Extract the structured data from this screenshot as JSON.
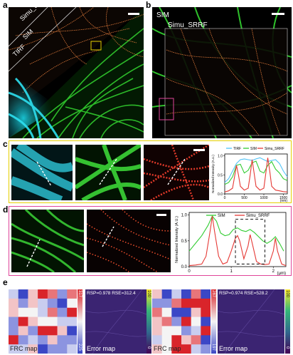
{
  "panels": {
    "a": {
      "label": "a",
      "regions": [
        "Simu_SRRF",
        "SIM",
        "TIRF"
      ]
    },
    "b": {
      "label": "b",
      "regions": [
        "SIM",
        "Simu_SRRF"
      ]
    },
    "c": {
      "label": "c"
    },
    "d": {
      "label": "d"
    },
    "e": {
      "label": "e",
      "blocks": [
        {
          "frc_label": "FRC map",
          "error_label": "Error map",
          "metrics": "RSP=0.978 RSE=312.4",
          "frc_max": "317",
          "frc_min": "225",
          "err_max": "100",
          "err_min": "0"
        },
        {
          "frc_label": "FRC map",
          "error_label": "Error map",
          "metrics": "RSP=0.974 RSE=528.2",
          "frc_max": "287",
          "frc_min": "197",
          "err_max": "100",
          "err_min": "0"
        }
      ]
    }
  },
  "chart_data": [
    {
      "type": "line",
      "panel": "c",
      "ylabel": "Normalized Intensity (A.U.)",
      "xlabel": "(nm)",
      "xlim": [
        0,
        1600
      ],
      "ylim": [
        0,
        1.05
      ],
      "xticks": [
        "0",
        "500",
        "1000",
        "1500"
      ],
      "yticks": [
        "0.0",
        "0.5",
        "1.0"
      ],
      "legend": [
        "TIRF",
        "SIM",
        "Simu_SRRF"
      ],
      "series": [
        {
          "name": "TIRF",
          "color": "#4fc3f7",
          "x": [
            0,
            100,
            200,
            300,
            400,
            500,
            600,
            700,
            800,
            900,
            1000,
            1100,
            1200,
            1300,
            1400,
            1500,
            1600
          ],
          "y": [
            0.3,
            0.4,
            0.6,
            0.8,
            0.9,
            0.92,
            0.9,
            0.88,
            0.92,
            0.95,
            0.9,
            0.85,
            0.88,
            0.9,
            0.8,
            0.6,
            0.45
          ]
        },
        {
          "name": "SIM",
          "color": "#33cc33",
          "x": [
            0,
            100,
            200,
            300,
            400,
            500,
            600,
            700,
            800,
            900,
            1000,
            1100,
            1200,
            1300,
            1400,
            1500,
            1600
          ],
          "y": [
            0.25,
            0.3,
            0.45,
            0.75,
            0.78,
            0.55,
            0.62,
            0.82,
            0.86,
            0.6,
            0.55,
            0.75,
            0.85,
            0.65,
            0.55,
            0.4,
            0.35
          ]
        },
        {
          "name": "Simu_SRRF",
          "color": "#e53935",
          "x": [
            0,
            100,
            200,
            250,
            300,
            350,
            400,
            500,
            600,
            650,
            700,
            750,
            800,
            900,
            1000,
            1050,
            1100,
            1150,
            1200,
            1300,
            1400,
            1500,
            1600
          ],
          "y": [
            0.05,
            0.08,
            0.15,
            0.45,
            0.75,
            0.5,
            0.2,
            0.1,
            0.15,
            0.5,
            0.9,
            0.55,
            0.2,
            0.1,
            0.15,
            0.55,
            0.95,
            0.6,
            0.2,
            0.1,
            0.08,
            0.06,
            0.05
          ]
        }
      ]
    },
    {
      "type": "line",
      "panel": "d",
      "ylabel": "Normalized Intensity (A.U.)",
      "xlabel": "(μm)",
      "xlim": [
        0,
        2.3
      ],
      "ylim": [
        0,
        1.05
      ],
      "xticks": [
        "0",
        "1",
        "2"
      ],
      "yticks": [
        "0.0",
        "0.5",
        "1.0"
      ],
      "legend": [
        "SIM",
        "Simu_SRRF"
      ],
      "series": [
        {
          "name": "SIM",
          "color": "#33cc33",
          "x": [
            0,
            0.15,
            0.3,
            0.45,
            0.55,
            0.65,
            0.75,
            0.85,
            0.95,
            1.05,
            1.15,
            1.25,
            1.35,
            1.45,
            1.55,
            1.65,
            1.75,
            1.85,
            1.95,
            2.05,
            2.15,
            2.25
          ],
          "y": [
            0.3,
            0.45,
            0.6,
            0.8,
            0.98,
            0.88,
            0.65,
            0.6,
            0.62,
            0.72,
            0.75,
            0.7,
            0.68,
            0.72,
            0.66,
            0.58,
            0.5,
            0.45,
            0.5,
            0.58,
            0.45,
            0.3
          ]
        },
        {
          "name": "Simu_SRRF",
          "color": "#e53935",
          "x": [
            0,
            0.15,
            0.3,
            0.4,
            0.5,
            0.55,
            0.6,
            0.7,
            0.8,
            0.9,
            1.0,
            1.1,
            1.15,
            1.2,
            1.3,
            1.4,
            1.45,
            1.5,
            1.6,
            1.7,
            1.8,
            1.9,
            2.0,
            2.05,
            2.1,
            2.2,
            2.3
          ],
          "y": [
            0.02,
            0.03,
            0.05,
            0.2,
            0.7,
            0.98,
            0.7,
            0.2,
            0.05,
            0.08,
            0.3,
            0.55,
            0.6,
            0.5,
            0.15,
            0.4,
            0.62,
            0.45,
            0.1,
            0.05,
            0.04,
            0.05,
            0.3,
            0.55,
            0.3,
            0.05,
            0.02
          ]
        }
      ]
    }
  ]
}
